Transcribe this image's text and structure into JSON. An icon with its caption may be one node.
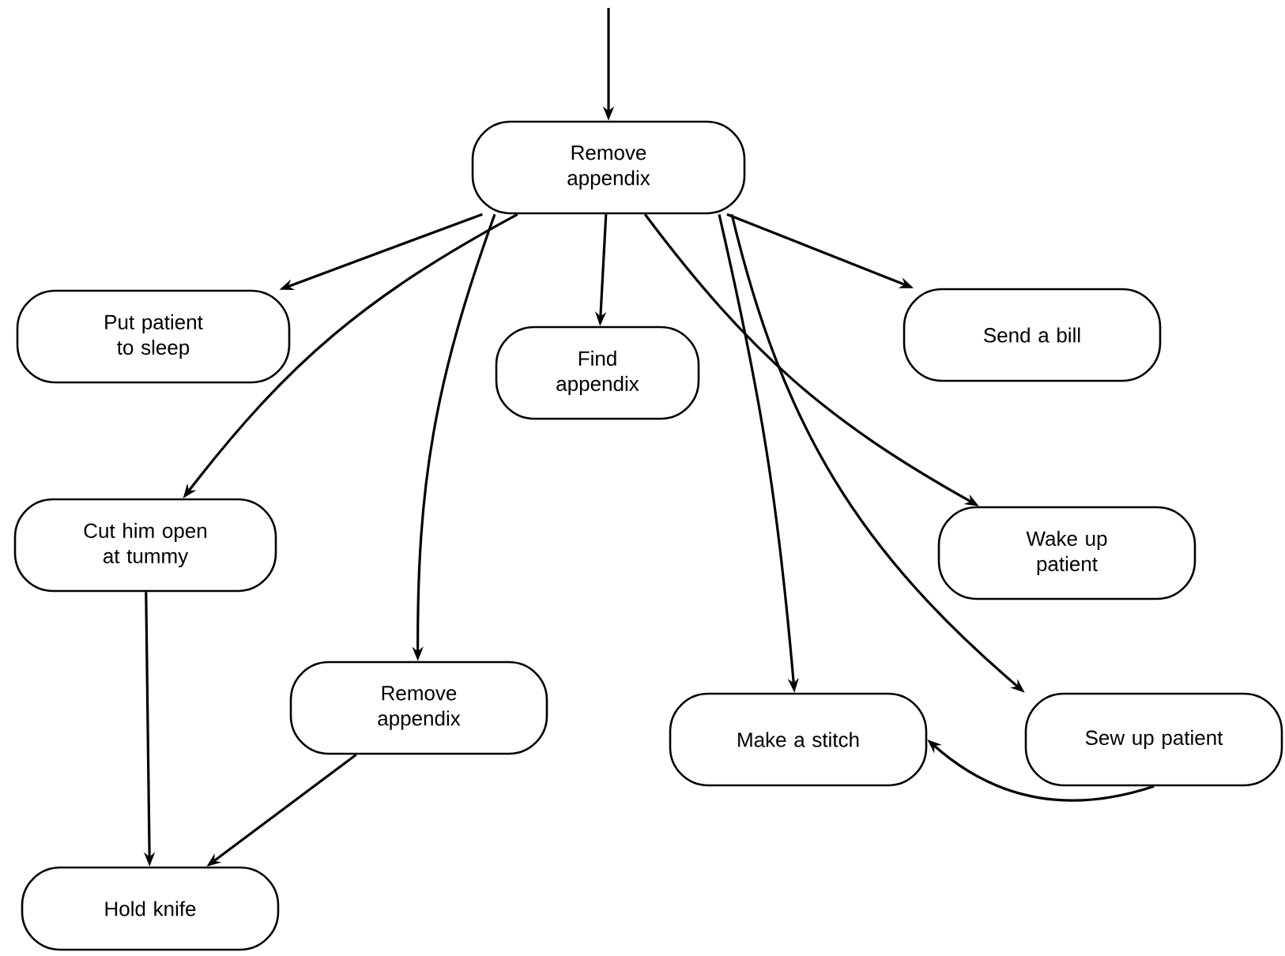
{
  "diagram": {
    "nodes": [
      {
        "text": [
          "Remove appendix"
        ]
      },
      {
        "text": [
          "Put patient to sleep"
        ]
      },
      {
        "text": [
          "Find appendix"
        ]
      },
      {
        "text": [
          "Send a bill"
        ]
      },
      {
        "text": [
          "Cut him open at tummy"
        ]
      },
      {
        "text": [
          "Wake up patient"
        ]
      },
      {
        "text": [
          "Remove appendix"
        ]
      },
      {
        "text": [
          "Make a stitch"
        ]
      },
      {
        "text": [
          "Sew up patient"
        ]
      },
      {
        "text": [
          "Hold knife"
        ]
      }
    ],
    "edges": [
      {
        "from": null,
        "to": 0,
        "arrow": "to"
      },
      {
        "from": 0,
        "to": 1,
        "arrow": "to"
      },
      {
        "from": 0,
        "to": 2,
        "arrow": "to"
      },
      {
        "from": 0,
        "to": 3,
        "arrow": "to"
      },
      {
        "from": 0,
        "to": 4,
        "arrow": "to"
      },
      {
        "from": 0,
        "to": 6,
        "arrow": "to"
      },
      {
        "from": 0,
        "to": 7,
        "arrow": "to"
      },
      {
        "from": 0,
        "to": 5,
        "arrow": "to"
      },
      {
        "from": 0,
        "to": 8,
        "arrow": "to"
      },
      {
        "from": 4,
        "to": 9,
        "arrow": "to"
      },
      {
        "from": 6,
        "to": 9,
        "arrow": "to"
      },
      {
        "from": 8,
        "to": 7,
        "arrow": "to"
      }
    ]
  }
}
